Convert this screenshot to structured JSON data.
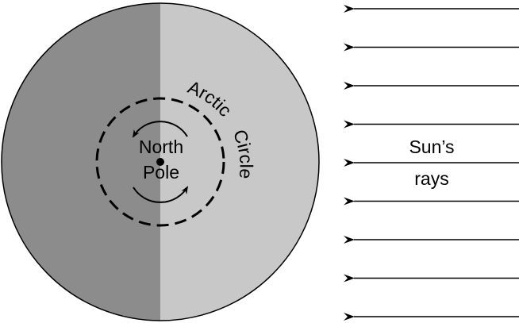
{
  "labels": {
    "pole_line1": "North",
    "pole_line2": "Pole",
    "circle_word1": "Arctic",
    "circle_word2": "Circle",
    "sun_line1": "Sun’s",
    "sun_line2": "rays"
  },
  "colors": {
    "night_side": "#8c8c8c",
    "day_side": "#c8c8c8",
    "outline": "#000000"
  },
  "sun_ray_count": 9
}
